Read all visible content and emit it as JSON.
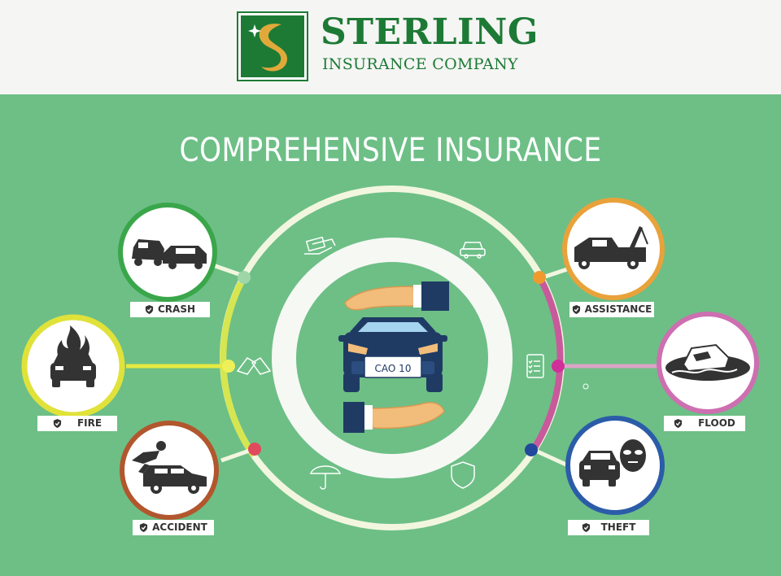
{
  "brand": {
    "name": "STERLING",
    "subtitle": "INSURANCE COMPANY",
    "color": "#1d7a35",
    "accent": "#e0a93a"
  },
  "title": "COMPREHENSIVE INSURANCE",
  "center": {
    "icon": "hands-protecting-car-icon",
    "plate": "CAO 10"
  },
  "coverages": [
    {
      "label": "CRASH",
      "icon": "car-collision-icon",
      "ring_color": "#3aa64a"
    },
    {
      "label": "FIRE",
      "icon": "car-on-fire-icon",
      "ring_color": "#e0e23a"
    },
    {
      "label": "ACCIDENT",
      "icon": "pedestrian-accident-icon",
      "ring_color": "#b2562d"
    },
    {
      "label": "ASSISTANCE",
      "icon": "tow-truck-icon",
      "ring_color": "#e9a23a"
    },
    {
      "label": "FLOOD",
      "icon": "car-in-flood-icon",
      "ring_color": "#cd6fb0"
    },
    {
      "label": "THEFT",
      "icon": "car-thief-icon",
      "ring_color": "#2b5ca8"
    }
  ],
  "ring_icons": [
    "cash-in-hand-icon",
    "small-car-icon",
    "checklist-icon",
    "shield-icon",
    "umbrella-icon",
    "handshake-icon"
  ]
}
